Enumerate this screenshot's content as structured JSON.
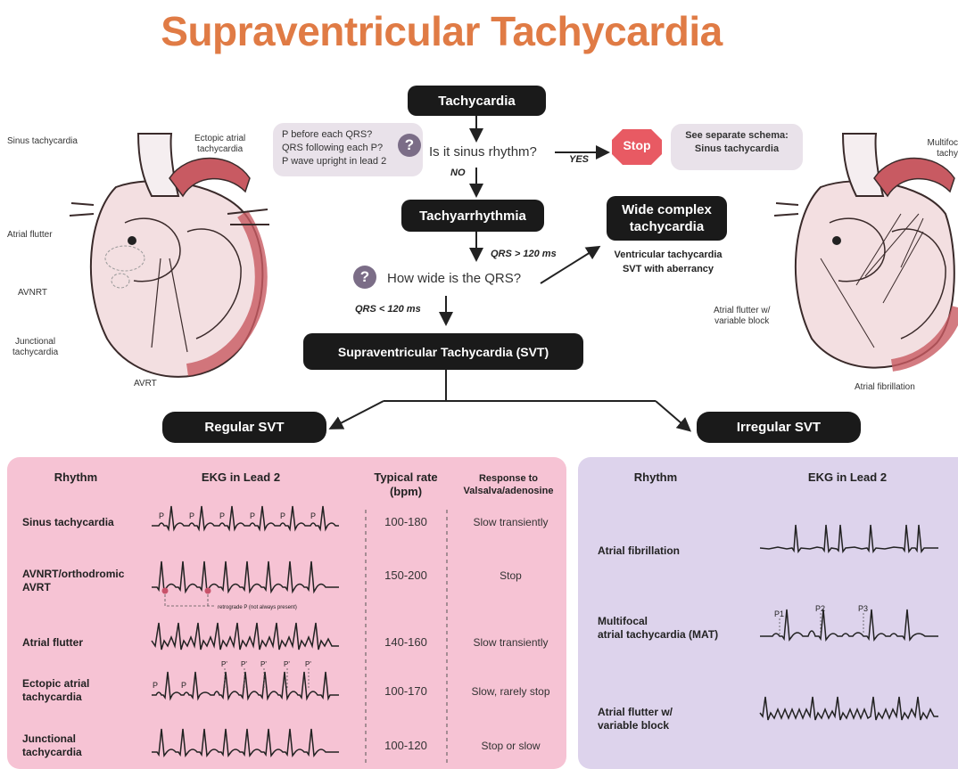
{
  "title": "Supraventricular Tachycardia",
  "flow": {
    "tachycardia": "Tachycardia",
    "questions_bubble": [
      "P before each QRS?",
      "QRS following each P?",
      "P wave upright in lead 2"
    ],
    "question_icon": "?",
    "is_sinus": "Is it sinus rhythm?",
    "yes": "YES",
    "no": "NO",
    "stop": "Stop",
    "see_schema": [
      "See separate schema:",
      "Sinus tachycardia"
    ],
    "tachyarrhythmia": "Tachyarrhythmia",
    "wide_complex": [
      "Wide complex",
      "tachycardia"
    ],
    "wide_causes": [
      "Ventricular tachycardia",
      "SVT with aberrancy"
    ],
    "qrs_gt": "QRS > 120 ms",
    "how_wide": "How wide is the QRS?",
    "qrs_lt": "QRS < 120 ms",
    "svt": "Supraventricular Tachycardia (SVT)",
    "regular_svt": "Regular SVT",
    "irregular_svt": "Irregular SVT"
  },
  "heart_left_labels": {
    "sinus": "Sinus tachycardia",
    "ectopic": [
      "Ectopic atrial",
      "tachycardia"
    ],
    "flutter": "Atrial flutter",
    "avnrt": "AVNRT",
    "junctional": [
      "Junctional",
      "tachycardia"
    ],
    "avrt": "AVRT"
  },
  "heart_right_labels": {
    "multifocal": [
      "Multifoc",
      "tachy"
    ],
    "flutter_var": [
      "Atrial flutter w/",
      "variable block"
    ],
    "fibrillation": "Atrial fibrillation"
  },
  "regular_table": {
    "headers": {
      "rhythm": "Rhythm",
      "ekg": "EKG in Lead 2",
      "rate": [
        "Typical rate",
        "(bpm)"
      ],
      "response": [
        "Response to",
        "Valsalva/adenosine"
      ]
    },
    "rows": [
      {
        "rhythm": [
          "Sinus tachycardia"
        ],
        "rate": "100-180",
        "response": "Slow transiently"
      },
      {
        "rhythm": [
          "AVNRT/orthodromic",
          "AVRT"
        ],
        "rate": "150-200",
        "response": "Stop"
      },
      {
        "rhythm": [
          "Atrial flutter"
        ],
        "rate": "140-160",
        "response": "Slow transiently"
      },
      {
        "rhythm": [
          "Ectopic atrial",
          "tachycardia"
        ],
        "rate": "100-170",
        "response": "Slow, rarely stop"
      },
      {
        "rhythm": [
          "Junctional",
          "tachycardia"
        ],
        "rate": "100-120",
        "response": "Stop or slow"
      }
    ],
    "retrograde_note": "retrograde P (not always present)",
    "p_label": "P",
    "p_prime": "P'"
  },
  "irregular_table": {
    "headers": {
      "rhythm": "Rhythm",
      "ekg": "EKG in Lead 2"
    },
    "rows": [
      {
        "rhythm": [
          "Atrial fibrillation"
        ]
      },
      {
        "rhythm": [
          "Multifocal",
          "atrial tachycardia (MAT)"
        ]
      },
      {
        "rhythm": [
          "Atrial flutter w/",
          "variable block"
        ]
      }
    ],
    "p_labels": [
      "P1",
      "P2",
      "P3"
    ]
  },
  "colors": {
    "title": "#e07b45",
    "pill": "#1a1a1a",
    "stop": "#e85a63",
    "regular_panel": "#f6c3d4",
    "irregular_panel": "#ddd3ec",
    "question_icon": "#7b6d87"
  }
}
